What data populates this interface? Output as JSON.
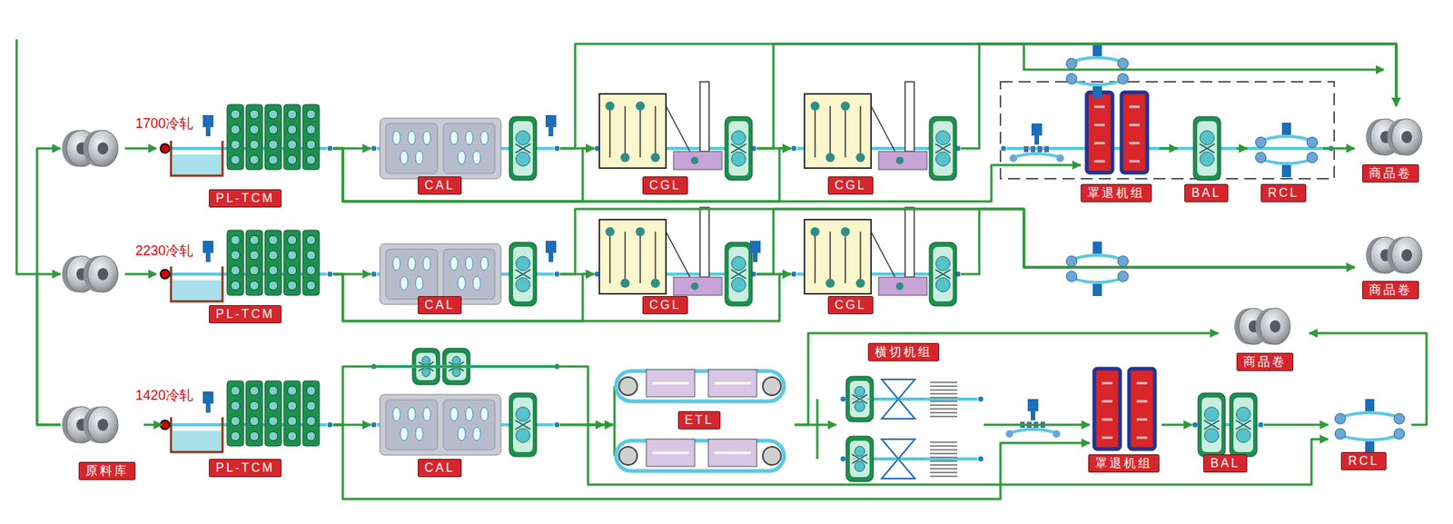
{
  "diagram": {
    "nodes": [
      {
        "text": [
          "PL-TCM"
        ]
      },
      {
        "text": [
          "CAL"
        ]
      },
      {
        "text": [
          "CGL"
        ]
      },
      {
        "text": [
          "CGL"
        ]
      },
      {
        "text": [
          "罩退机组"
        ]
      },
      {
        "text": [
          "BAL"
        ]
      },
      {
        "text": [
          "RCL"
        ]
      },
      {
        "text": [
          "商品卷"
        ]
      },
      {
        "text": [
          "PL-TCM"
        ]
      },
      {
        "text": [
          "CAL"
        ]
      },
      {
        "text": [
          "CGL"
        ]
      },
      {
        "text": [
          "CGL"
        ]
      },
      {
        "text": [
          "商品卷"
        ]
      },
      {
        "text": [
          "原料库"
        ]
      },
      {
        "text": [
          "PL-TCM"
        ]
      },
      {
        "text": [
          "CAL"
        ]
      },
      {
        "text": [
          "ETL"
        ]
      },
      {
        "text": [
          "横切机组"
        ]
      },
      {
        "text": [
          "商品卷"
        ]
      },
      {
        "text": [
          "罩退机组"
        ]
      },
      {
        "text": [
          "BAL"
        ]
      },
      {
        "text": [
          "RCL"
        ]
      }
    ],
    "edges": [
      {
        "from": 13,
        "to": 0,
        "arrow": "to"
      },
      {
        "from": 13,
        "to": 8,
        "arrow": "to"
      },
      {
        "from": 13,
        "to": 14,
        "arrow": "to"
      },
      {
        "from": 0,
        "to": 1,
        "arrow": "to"
      },
      {
        "from": 1,
        "to": 2,
        "arrow": "to"
      },
      {
        "from": 2,
        "to": 3,
        "arrow": "to"
      },
      {
        "from": 1,
        "to": 7,
        "arrow": "to"
      },
      {
        "from": 2,
        "to": 7,
        "arrow": "to"
      },
      {
        "from": 3,
        "to": 7,
        "arrow": "to"
      },
      {
        "from": 0,
        "to": 2,
        "arrow": "to"
      },
      {
        "from": 0,
        "to": 3,
        "arrow": "to"
      },
      {
        "from": 0,
        "to": 4,
        "arrow": "to"
      },
      {
        "from": 4,
        "to": 5,
        "arrow": "to"
      },
      {
        "from": 5,
        "to": 6,
        "arrow": "to"
      },
      {
        "from": 6,
        "to": 7,
        "arrow": "to"
      },
      {
        "from": 8,
        "to": 9,
        "arrow": "to"
      },
      {
        "from": 9,
        "to": 10,
        "arrow": "to"
      },
      {
        "from": 10,
        "to": 11,
        "arrow": "to"
      },
      {
        "from": 9,
        "to": 12,
        "arrow": "to"
      },
      {
        "from": 10,
        "to": 12,
        "arrow": "to"
      },
      {
        "from": 11,
        "to": 12,
        "arrow": "to"
      },
      {
        "from": 8,
        "to": 10,
        "arrow": "to"
      },
      {
        "from": 8,
        "to": 11,
        "arrow": "to"
      },
      {
        "from": 14,
        "to": 15,
        "arrow": "to"
      },
      {
        "from": 15,
        "to": 16,
        "arrow": "to"
      },
      {
        "from": 14,
        "to": 16,
        "arrow": "to"
      },
      {
        "from": 16,
        "to": 17,
        "arrow": "to"
      },
      {
        "from": 16,
        "to": 18,
        "arrow": "to"
      },
      {
        "from": 17,
        "to": 19,
        "arrow": "to"
      },
      {
        "from": 14,
        "to": 19,
        "arrow": "to"
      },
      {
        "from": 15,
        "to": 21,
        "arrow": "to"
      },
      {
        "from": 19,
        "to": 20,
        "arrow": "to"
      },
      {
        "from": 20,
        "to": 21,
        "arrow": "to"
      },
      {
        "from": 21,
        "to": 18,
        "arrow": "to"
      }
    ],
    "labels": [
      "1700冷轧",
      "2230冷轧",
      "1420冷轧"
    ]
  }
}
